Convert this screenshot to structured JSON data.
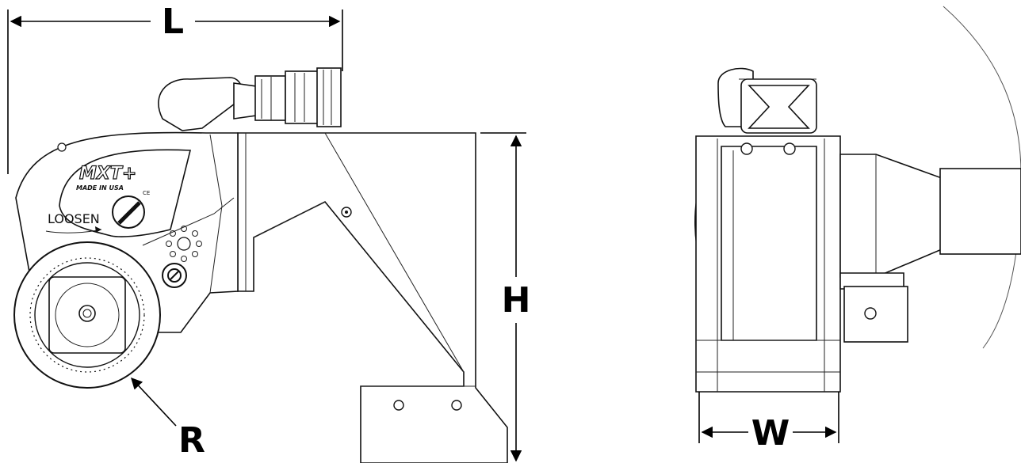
{
  "labels": {
    "length": "L",
    "height": "H",
    "radius": "R",
    "width": "W"
  },
  "marking": {
    "brand": "MXT+",
    "origin": "MADE IN USA",
    "ce": "CE",
    "direction": "LOOSEN"
  },
  "colors": {
    "line": "#000000",
    "background": "#ffffff"
  }
}
